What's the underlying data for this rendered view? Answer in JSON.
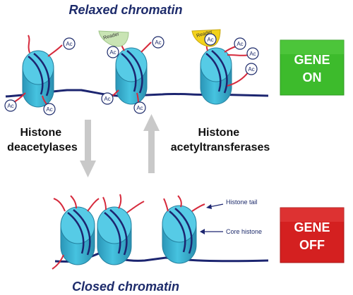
{
  "titles": {
    "top": "Relaxed chromatin",
    "bottom": "Closed chromatin"
  },
  "enzymes": {
    "left": [
      "Histone",
      "deacetylases"
    ],
    "right": [
      "Histone",
      "acetyltransferases"
    ]
  },
  "gene_on": {
    "line1": "GENE",
    "line2": "ON",
    "color": "#3dbb2c"
  },
  "gene_off": {
    "line1": "GENE",
    "line2": "OFF",
    "color": "#d42020"
  },
  "acetyl_label": "Ac",
  "reader_label": "Reader",
  "reader_colors": [
    "#c9e4b4",
    "#f3d21b"
  ],
  "annotations": {
    "tail": "Histone tail",
    "core": "Core histone"
  },
  "colors": {
    "nucleosome": "#3ab3d4",
    "dna": "#1c2570",
    "tail": "#d62a3c",
    "arrow": "#c9c9c9"
  }
}
